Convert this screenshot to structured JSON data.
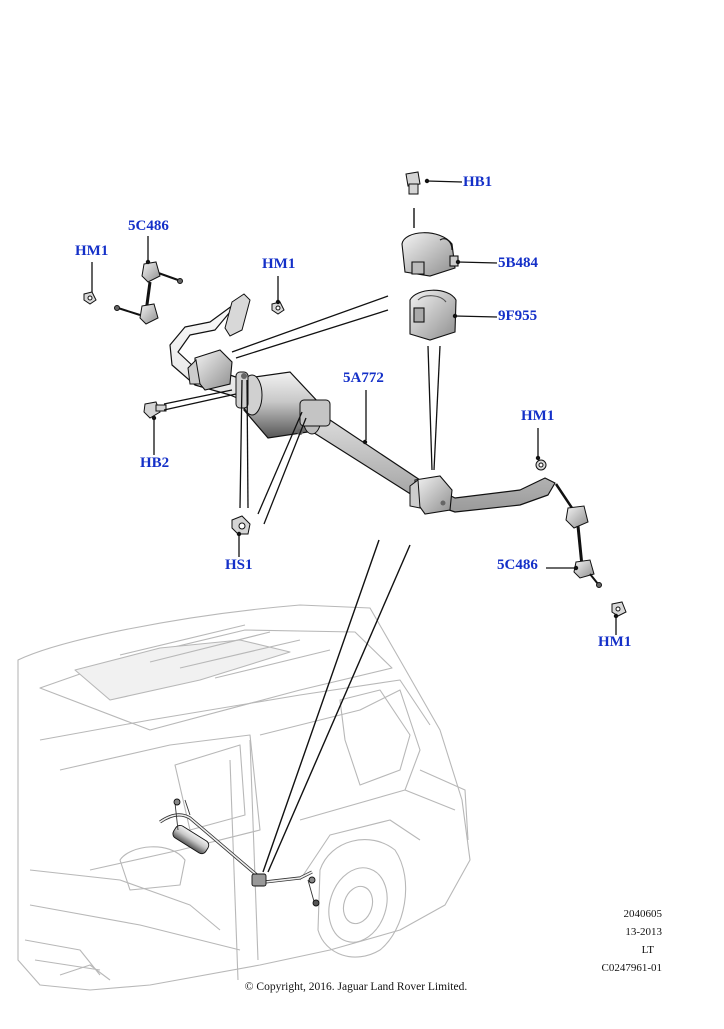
{
  "parts": {
    "hb1": "HB1",
    "p5b484": "5B484",
    "p9f955": "9F955",
    "p5c486_left": "5C486",
    "hm1_left": "HM1",
    "hm1_mid": "HM1",
    "p5a772": "5A772",
    "hm1_right_top": "HM1",
    "hb2": "HB2",
    "hs1": "HS1",
    "p5c486_right": "5C486",
    "hm1_right_bottom": "HM1"
  },
  "drawing_info": {
    "number": "2040605",
    "date": "13-2013",
    "side": "LT",
    "ref": "C0247961-01"
  },
  "copyright": "© Copyright, 2016. Jaguar Land Rover Limited.",
  "colors": {
    "callout": "#1430c8",
    "line": "#111111",
    "vehicle": "#b8b8b8"
  }
}
